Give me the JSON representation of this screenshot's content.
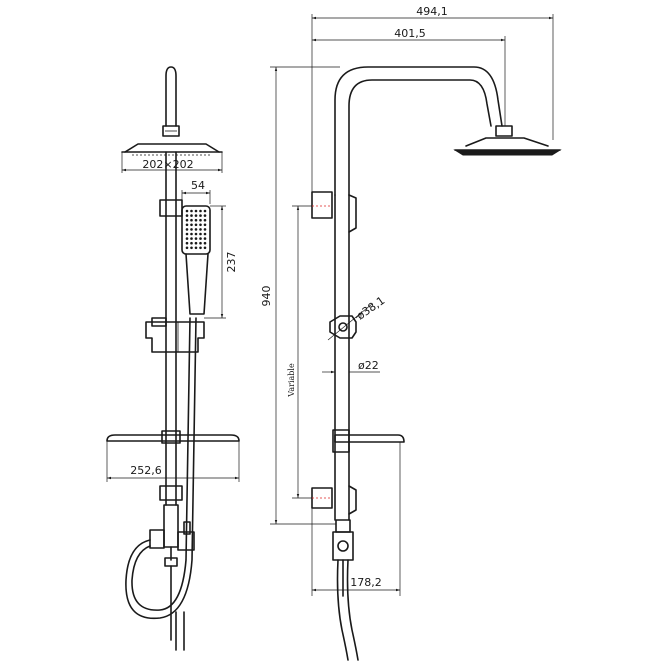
{
  "dimensions": {
    "overall_width": "494,1",
    "arm_width": "401,5",
    "overall_height": "940",
    "head_size": "202×202",
    "hand_shower_width": "54",
    "hand_shower_length": "237",
    "shelf_width": "252,6",
    "holder_diameter": "ø38,1",
    "pipe_diameter": "ø22",
    "variable_label": "Variable",
    "bottom_offset": "178,2"
  },
  "colors": {
    "line": "#1a1a1a",
    "accent": "#d22222"
  }
}
